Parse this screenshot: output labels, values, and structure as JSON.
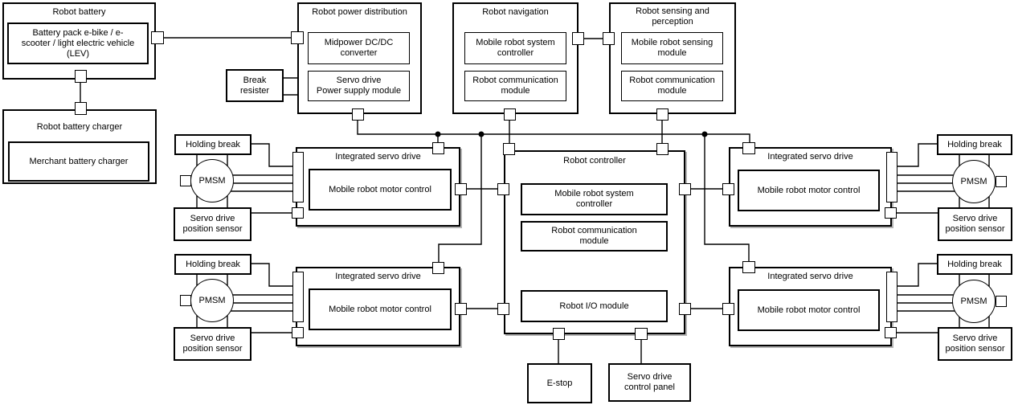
{
  "diagram": {
    "battery": {
      "title": "Robot battery",
      "pack": "Battery pack e-bike / e-\nscooter / light electric vehicle\n(LEV)"
    },
    "charger": {
      "title": "Robot battery charger",
      "inner": "Merchant battery charger"
    },
    "power": {
      "title": "Robot power distribution",
      "dcdc": "Midpower DC/DC\nconverter",
      "supply": "Servo drive\nPower supply module"
    },
    "break_resister": "Break\nresister",
    "navigation": {
      "title": "Robot navigation",
      "system": "Mobile robot system\ncontroller",
      "comm": "Robot communication\nmodule"
    },
    "sensing": {
      "title": "Robot sensing and\nperception",
      "module": "Mobile robot sensing\nmodule",
      "comm": "Robot communication\nmodule"
    },
    "controller": {
      "title": "Robot controller",
      "system": "Mobile robot system\ncontroller",
      "comm": "Robot communication\nmodule",
      "io": "Robot I/O module"
    },
    "servo": {
      "title": "Integrated servo drive",
      "motor": "Mobile robot motor control",
      "holding": "Holding break",
      "pmsm": "PMSM",
      "sensor": "Servo drive\nposition sensor"
    },
    "estop": "E-stop",
    "panel": "Servo drive\ncontrol panel",
    "colors": {
      "line": "#000000",
      "shadow": "#b3b3b3",
      "background": "#ffffff"
    }
  }
}
